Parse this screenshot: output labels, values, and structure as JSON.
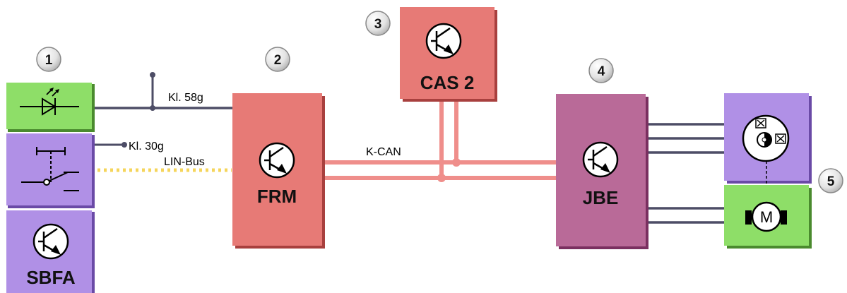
{
  "callouts": [
    "1",
    "2",
    "3",
    "4",
    "5"
  ],
  "modules": {
    "frm": "FRM",
    "cas": "CAS 2",
    "jbe": "JBE",
    "sbfa": "SBFA"
  },
  "signals": {
    "kl58g": "Kl. 58g",
    "kl30g": "Kl. 30g",
    "linbus": "LIN-Bus",
    "kcan": "K-CAN"
  },
  "motor_label": "M",
  "colors": {
    "control_unit_red": "#e77a76",
    "jbe_purple": "#b96a98",
    "switch_violet": "#b090e6",
    "led_green": "#8ede68",
    "can_bus": "#ef8e8b",
    "wire": "#4d4d66",
    "lin_bus": "#f5d55b"
  },
  "icons": {
    "transistor": "transistor-symbol-icon",
    "led": "led-symbol-icon",
    "switch": "switch-symbol-icon",
    "mirror_adjust": "mirror-adjust-icon",
    "motor": "motor-symbol-icon"
  }
}
